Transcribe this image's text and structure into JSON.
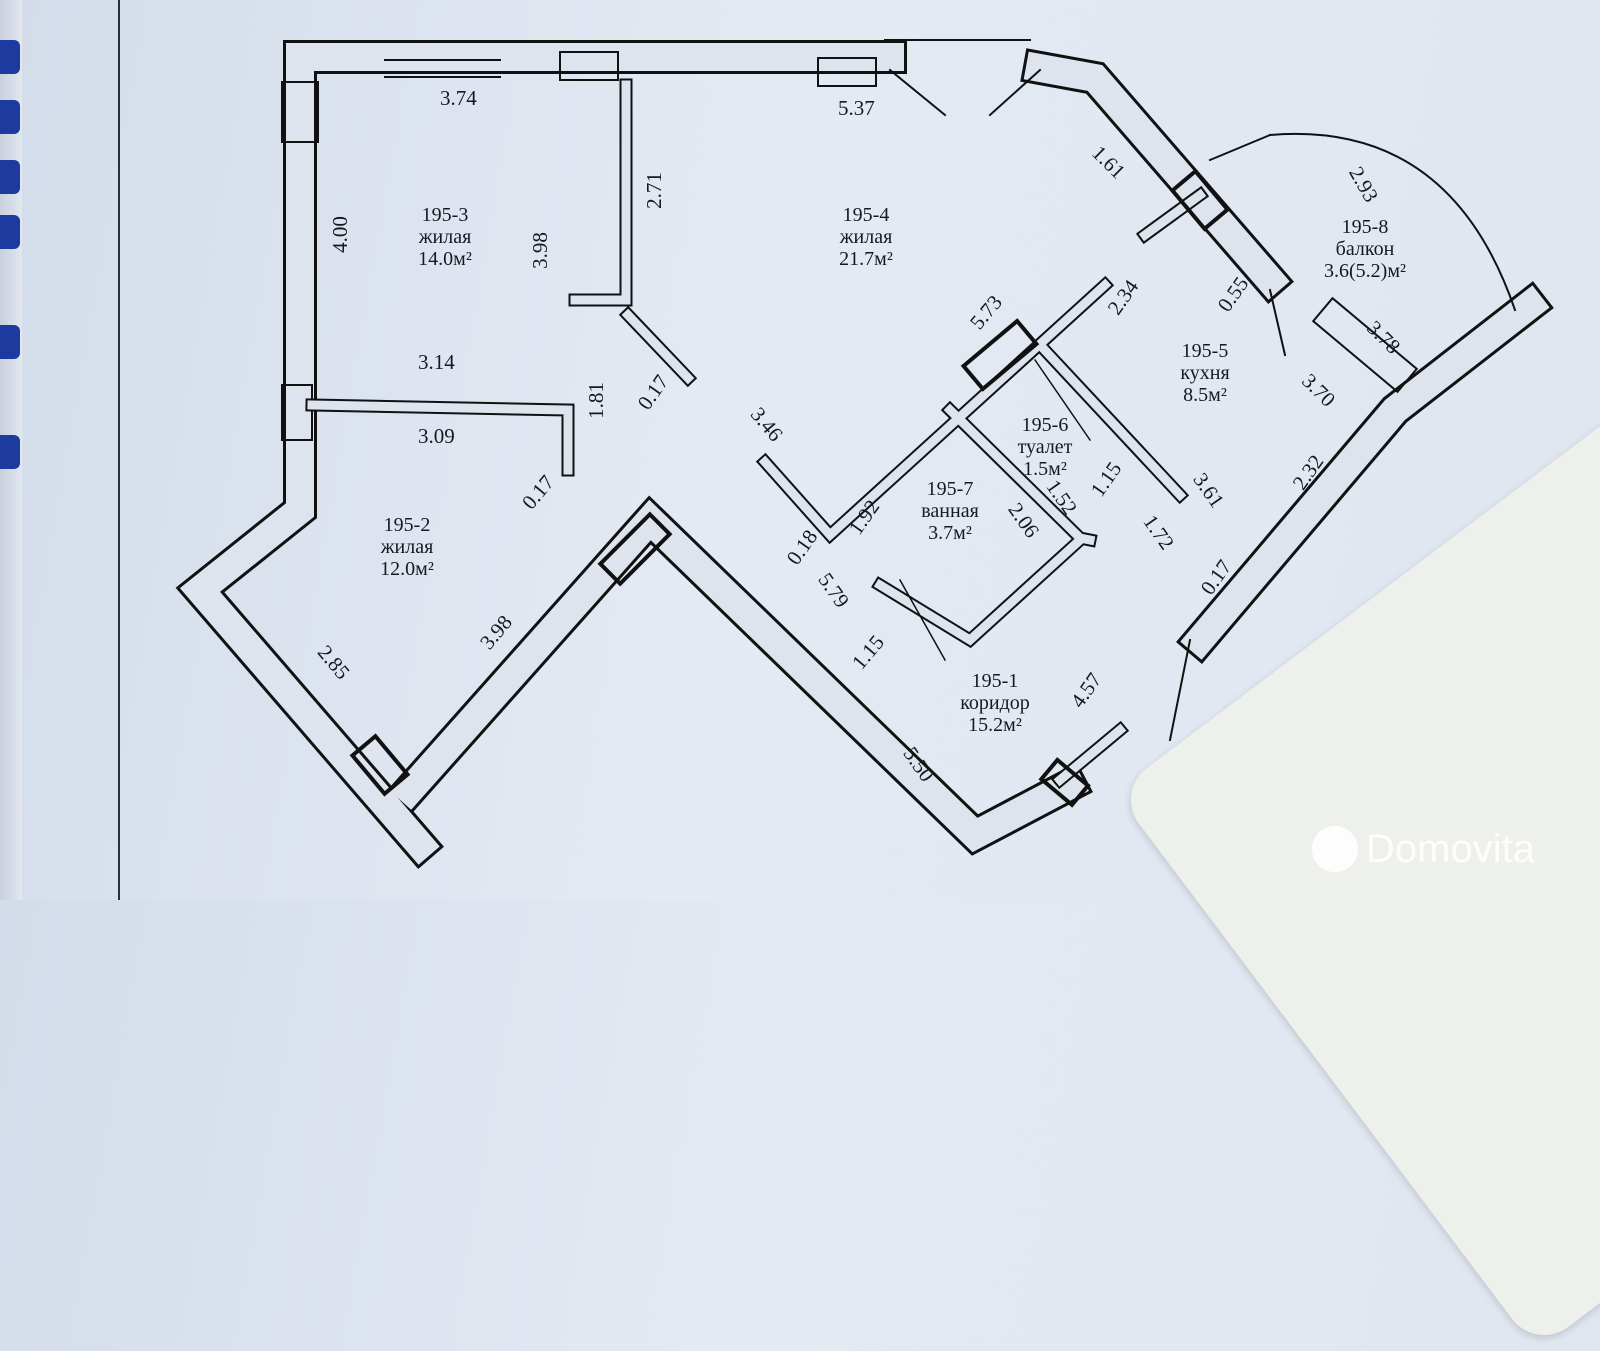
{
  "rooms": [
    {
      "id": "195-3",
      "type": "жилая",
      "area": "14.0м²"
    },
    {
      "id": "195-4",
      "type": "жилая",
      "area": "21.7м²"
    },
    {
      "id": "195-8",
      "type": "балкон",
      "area": "3.6(5.2)м²"
    },
    {
      "id": "195-5",
      "type": "кухня",
      "area": "8.5м²"
    },
    {
      "id": "195-6",
      "type": "туалет",
      "area": "1.5м²"
    },
    {
      "id": "195-7",
      "type": "ванная",
      "area": "3.7м²"
    },
    {
      "id": "195-2",
      "type": "жилая",
      "area": "12.0м²"
    },
    {
      "id": "195-1",
      "type": "коридор",
      "area": "15.2м²"
    }
  ],
  "dimensions": [
    "3.74",
    "5.37",
    "1.61",
    "2.93",
    "4.00",
    "3.98",
    "2.71",
    "0.55",
    "3.14",
    "1.81",
    "0.17",
    "5.73",
    "2.34",
    "3.78",
    "3.70",
    "3.09",
    "0.17",
    "3.46",
    "1.15",
    "3.61",
    "2.32",
    "0.18",
    "1.92",
    "2.06",
    "1.52",
    "1.72",
    "0.17",
    "5.79",
    "3.98",
    "2.85",
    "1.15",
    "4.57",
    "5.50"
  ],
  "watermark": "Domovita"
}
